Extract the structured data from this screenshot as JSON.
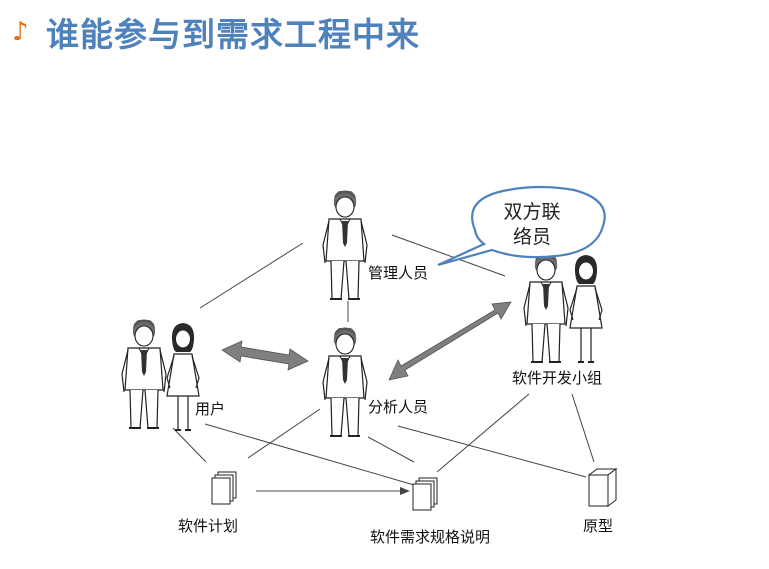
{
  "title": {
    "icon": "music-note-icon",
    "text": "谁能参与到需求工程中来"
  },
  "colors": {
    "title": "#4f81bd",
    "icon": "#e36c0a",
    "arrow": "#7f7f7f",
    "bubble_border": "#4f81bd"
  },
  "labels": {
    "manager": "管理人员",
    "user": "用户",
    "analyst": "分析人员",
    "dev_team": "软件开发小组",
    "plan": "软件计划",
    "srs": "软件需求规格说明",
    "prototype": "原型"
  },
  "bubble": {
    "line1": "双方联",
    "line2": "络员"
  }
}
